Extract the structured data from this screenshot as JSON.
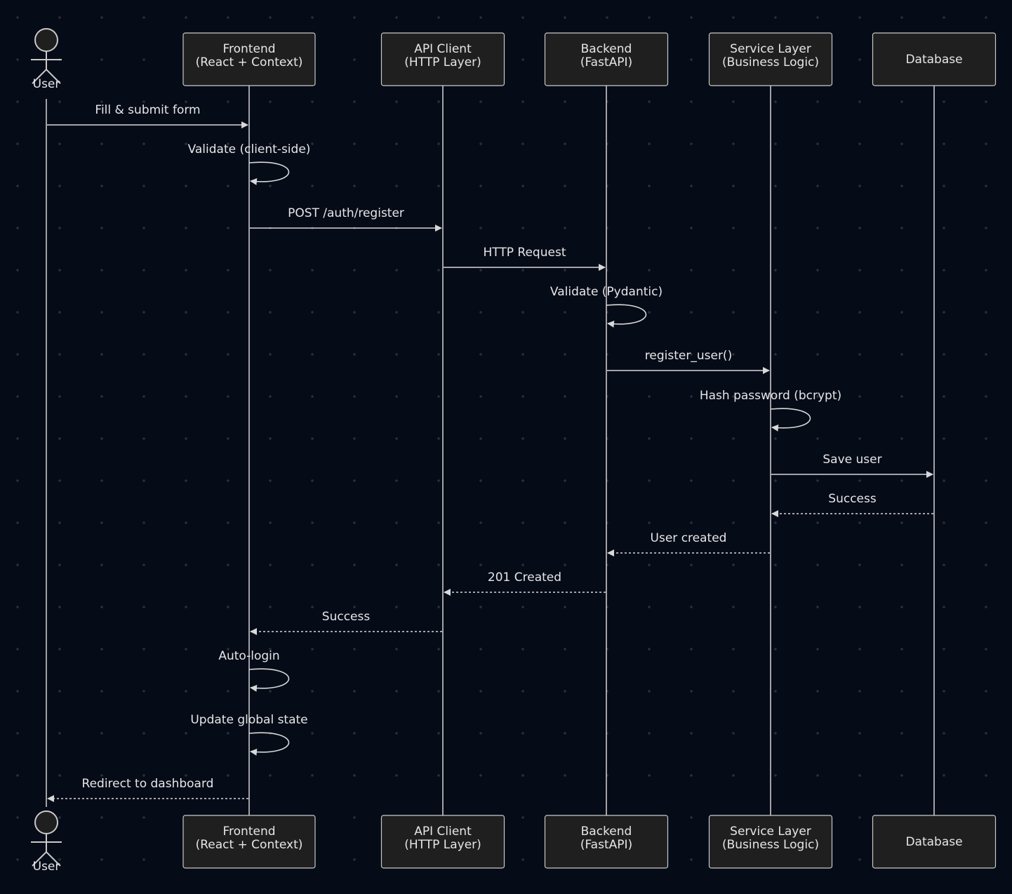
{
  "participants": [
    {
      "id": "user",
      "kind": "actor",
      "lines": [
        "User"
      ]
    },
    {
      "id": "frontend",
      "kind": "box",
      "lines": [
        "Frontend",
        "(React + Context)"
      ]
    },
    {
      "id": "apiclient",
      "kind": "box",
      "lines": [
        "API Client",
        "(HTTP Layer)"
      ]
    },
    {
      "id": "backend",
      "kind": "box",
      "lines": [
        "Backend",
        "(FastAPI)"
      ]
    },
    {
      "id": "service",
      "kind": "box",
      "lines": [
        "Service Layer",
        "(Business Logic)"
      ]
    },
    {
      "id": "database",
      "kind": "box",
      "lines": [
        "Database"
      ]
    }
  ],
  "messages": [
    {
      "from": "user",
      "to": "frontend",
      "label": "Fill & submit form",
      "style": "solid"
    },
    {
      "from": "frontend",
      "to": "frontend",
      "label": "Validate (client-side)",
      "style": "self"
    },
    {
      "from": "frontend",
      "to": "apiclient",
      "label": "POST /auth/register",
      "style": "solid"
    },
    {
      "from": "apiclient",
      "to": "backend",
      "label": "HTTP Request",
      "style": "solid"
    },
    {
      "from": "backend",
      "to": "backend",
      "label": "Validate (Pydantic)",
      "style": "self"
    },
    {
      "from": "backend",
      "to": "service",
      "label": "register_user()",
      "style": "solid"
    },
    {
      "from": "service",
      "to": "service",
      "label": "Hash password (bcrypt)",
      "style": "self"
    },
    {
      "from": "service",
      "to": "database",
      "label": "Save user",
      "style": "solid"
    },
    {
      "from": "database",
      "to": "service",
      "label": "Success",
      "style": "dashed"
    },
    {
      "from": "service",
      "to": "backend",
      "label": "User created",
      "style": "dashed"
    },
    {
      "from": "backend",
      "to": "apiclient",
      "label": "201 Created",
      "style": "dashed"
    },
    {
      "from": "apiclient",
      "to": "frontend",
      "label": "Success",
      "style": "dashed"
    },
    {
      "from": "frontend",
      "to": "frontend",
      "label": "Auto-login",
      "style": "self"
    },
    {
      "from": "frontend",
      "to": "frontend",
      "label": "Update global state",
      "style": "self"
    },
    {
      "from": "frontend",
      "to": "user",
      "label": "Redirect to dashboard",
      "style": "dashed"
    }
  ]
}
